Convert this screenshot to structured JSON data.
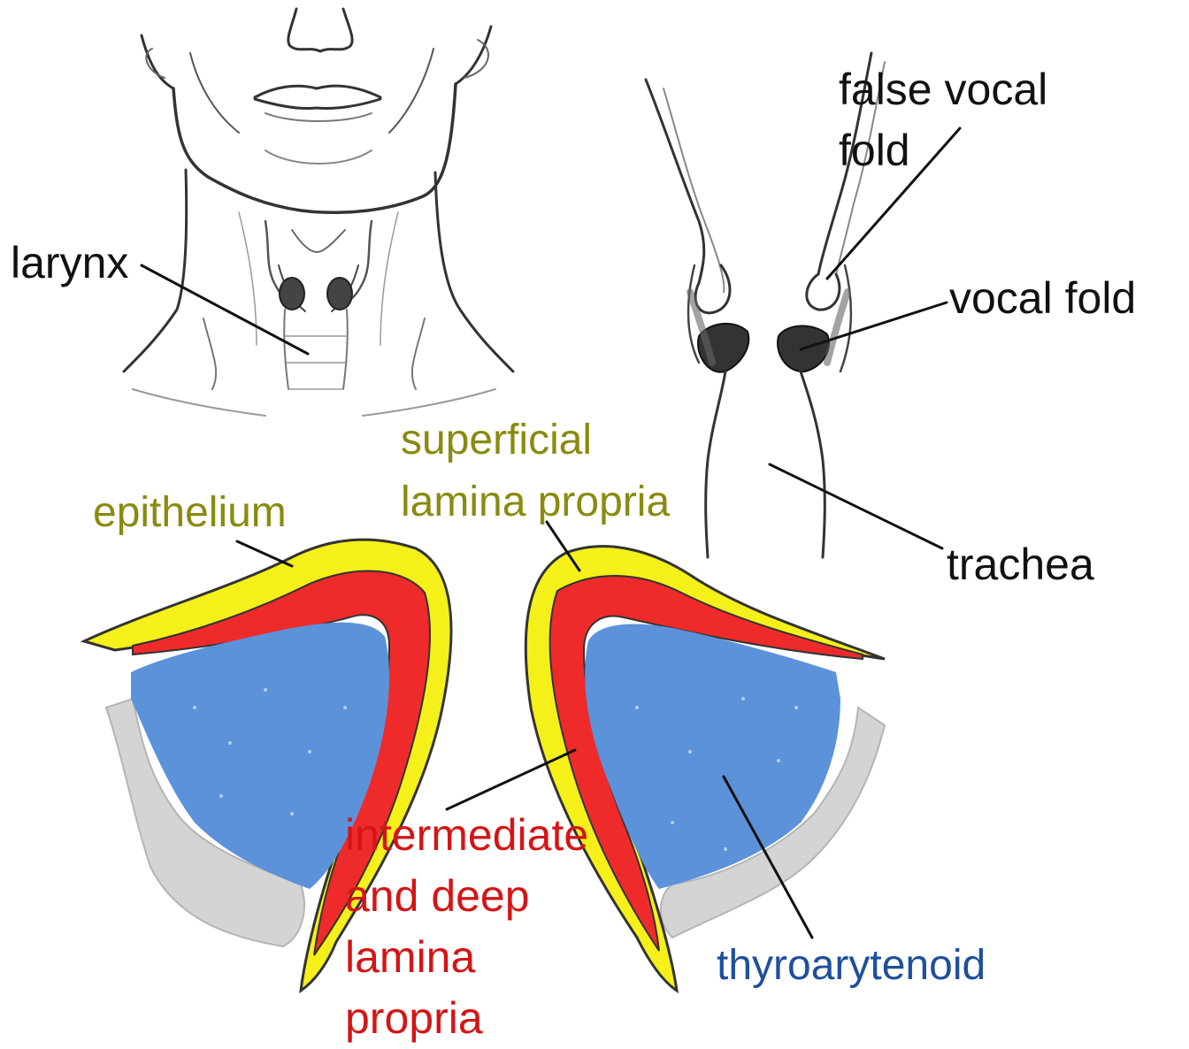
{
  "labels": {
    "larynx": "larynx",
    "false_vocal_fold": [
      "false vocal",
      "fold"
    ],
    "vocal_fold": "vocal fold",
    "trachea": "trachea",
    "epithelium": "epithelium",
    "superficial_lamina_propria": [
      "superficial",
      "lamina propria"
    ],
    "intermediate_deep_lamina_propria": [
      "intermediate",
      "and deep",
      "lamina",
      "propria"
    ],
    "thyroarytenoid": "thyroarytenoid"
  },
  "colors": {
    "epithelium": "#f5f019",
    "lamina_propria": "#ef2a2a",
    "thyroarytenoid_muscle": "#5b92d9",
    "olive_label": "#8a8a10",
    "red_label": "#d41515",
    "blue_label": "#1e4f9c",
    "outline": "#222222"
  },
  "icons": [
    "head-neck-sketch",
    "larynx-coronal-section",
    "vocal-fold-cross-section"
  ]
}
